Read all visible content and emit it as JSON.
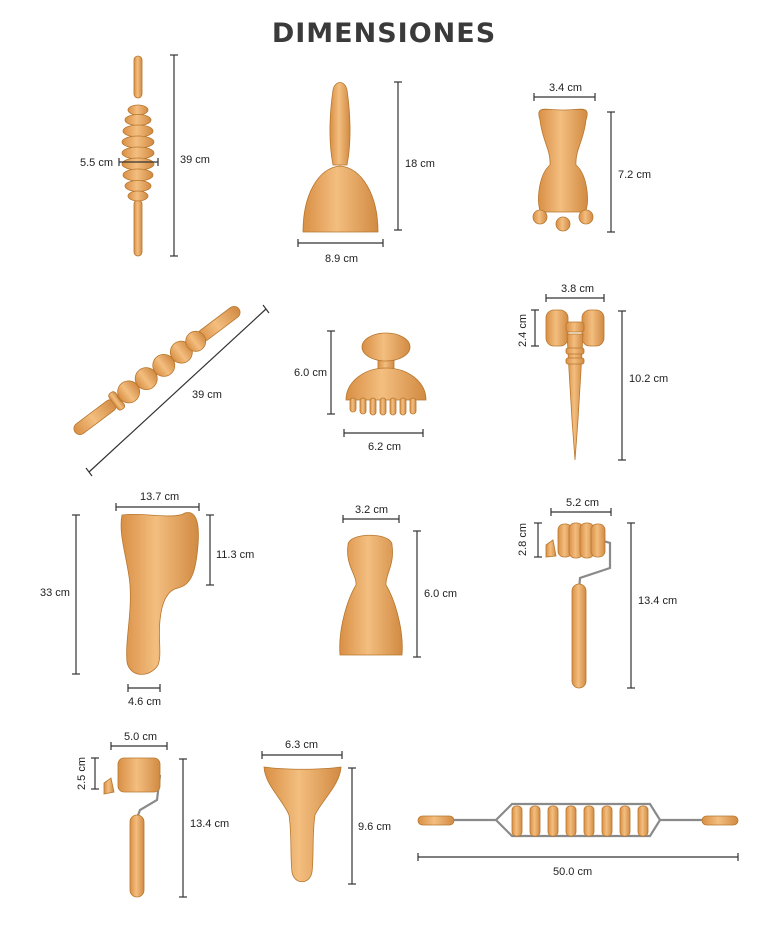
{
  "title": "DIMENSIONES",
  "colors": {
    "wood": "#e8a45c",
    "wood_dark": "#c7803a",
    "text": "#3a3a3a"
  },
  "labels": {
    "roller_height": "39 cm",
    "roller_width": "5.5 cm",
    "cup_height": "18 cm",
    "cup_width": "8.9 cm",
    "mushroom_width": "3.4 cm",
    "mushroom_height": "7.2 cm",
    "diag_length": "39 cm",
    "jelly_height": "6.0 cm",
    "jelly_width": "6.2 cm",
    "troller_top": "3.8 cm",
    "troller_side": "2.4 cm",
    "troller_height": "10.2 cm",
    "paddle_top": "13.7 cm",
    "paddle_right": "11.3 cm",
    "paddle_height": "33 cm",
    "paddle_bottom": "4.6 cm",
    "pawn_width": "3.2 cm",
    "pawn_height": "6.0 cm",
    "ridged_width": "5.2 cm",
    "ridged_side": "2.8 cm",
    "ridged_height": "13.4 cm",
    "small_width": "5.0 cm",
    "small_side": "2.5 cm",
    "small_height": "13.4 cm",
    "fish_width": "6.3 cm",
    "fish_height": "9.6 cm",
    "long_width": "50.0 cm"
  }
}
